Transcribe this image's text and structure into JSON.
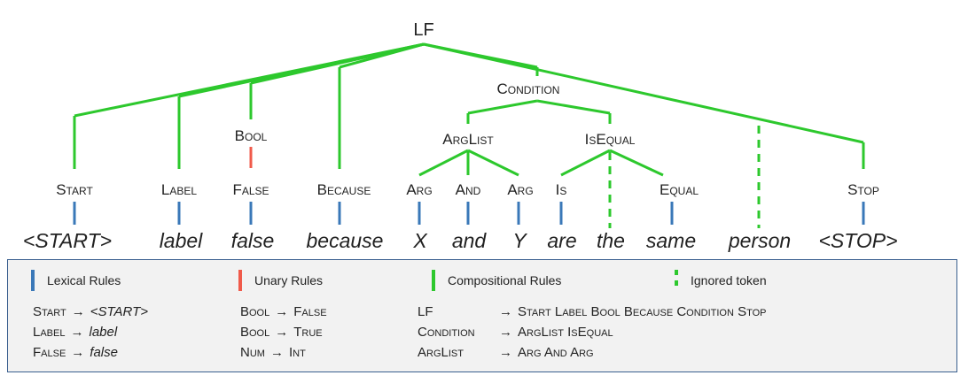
{
  "tree": {
    "root": "LF",
    "nonterminals": {
      "condition": "Condition",
      "bool": "Bool",
      "arglist": "ArgList",
      "isequal": "IsEqual",
      "start": "Start",
      "label": "Label",
      "false": "False",
      "because": "Because",
      "arg1": "Arg",
      "and": "And",
      "arg2": "Arg",
      "is": "Is",
      "equal": "Equal",
      "stop": "Stop"
    },
    "tokens": [
      "<START>",
      "label",
      "false",
      "because",
      "X",
      "and",
      "Y",
      "are",
      "the",
      "same",
      "person",
      "<STOP>"
    ],
    "colors": {
      "lexical": "#3a78b8",
      "unary": "#f05a4a",
      "compositional": "#2dc82d",
      "ignored": "#2dc82d"
    }
  },
  "legend": {
    "lexical": {
      "title": "Lexical Rules",
      "rules": [
        {
          "lhs": "Start",
          "rhs": "<START>"
        },
        {
          "lhs": "Label",
          "rhs": "label"
        },
        {
          "lhs": "False",
          "rhs": "false"
        }
      ]
    },
    "unary": {
      "title": "Unary Rules",
      "rules": [
        {
          "lhs": "Bool",
          "rhs": "False"
        },
        {
          "lhs": "Bool",
          "rhs": "True"
        },
        {
          "lhs": "Num",
          "rhs": "Int"
        }
      ]
    },
    "compositional": {
      "title": "Compositional Rules",
      "rules": [
        {
          "lhs": "LF",
          "rhs": "Start Label Bool Because Condition Stop"
        },
        {
          "lhs": "Condition",
          "rhs": "ArgList IsEqual"
        },
        {
          "lhs": "ArgList",
          "rhs": "Arg And Arg"
        }
      ]
    },
    "ignored": {
      "title": "Ignored token"
    },
    "arrow": "→"
  }
}
